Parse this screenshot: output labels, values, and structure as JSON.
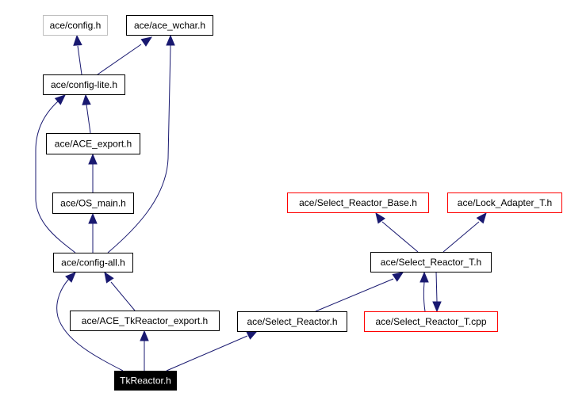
{
  "title": "TkReactor.h include dependency graph",
  "colors": {
    "edge": "#191970",
    "documented_border": "#000000",
    "undocumented_border": "#bfbfbf",
    "external_border": "#ff0000",
    "current_fill": "#000000"
  },
  "nodes": [
    {
      "id": "config_h",
      "label": "ace/config.h",
      "style": "gray"
    },
    {
      "id": "ace_wchar_h",
      "label": "ace/ace_wchar.h",
      "style": "normal"
    },
    {
      "id": "config_lite_h",
      "label": "ace/config-lite.h",
      "style": "normal"
    },
    {
      "id": "ace_export_h",
      "label": "ace/ACE_export.h",
      "style": "normal"
    },
    {
      "id": "os_main_h",
      "label": "ace/OS_main.h",
      "style": "normal"
    },
    {
      "id": "config_all_h",
      "label": "ace/config-all.h",
      "style": "normal"
    },
    {
      "id": "ace_tkreactor_export_h",
      "label": "ace/ACE_TkReactor_export.h",
      "style": "normal"
    },
    {
      "id": "select_reactor_h",
      "label": "ace/Select_Reactor.h",
      "style": "normal"
    },
    {
      "id": "select_reactor_base_h",
      "label": "ace/Select_Reactor_Base.h",
      "style": "red"
    },
    {
      "id": "lock_adapter_t_h",
      "label": "ace/Lock_Adapter_T.h",
      "style": "red"
    },
    {
      "id": "select_reactor_t_h",
      "label": "ace/Select_Reactor_T.h",
      "style": "normal"
    },
    {
      "id": "select_reactor_t_cpp",
      "label": "ace/Select_Reactor_T.cpp",
      "style": "red"
    },
    {
      "id": "tkreactor_h",
      "label": "TkReactor.h",
      "style": "current"
    }
  ],
  "edges": [
    {
      "from": "config_lite_h",
      "to": "config_h"
    },
    {
      "from": "config_lite_h",
      "to": "ace_wchar_h"
    },
    {
      "from": "ace_export_h",
      "to": "config_lite_h"
    },
    {
      "from": "os_main_h",
      "to": "ace_export_h"
    },
    {
      "from": "config_all_h",
      "to": "config_lite_h"
    },
    {
      "from": "config_all_h",
      "to": "os_main_h"
    },
    {
      "from": "config_all_h",
      "to": "ace_wchar_h"
    },
    {
      "from": "ace_tkreactor_export_h",
      "to": "config_all_h"
    },
    {
      "from": "tkreactor_h",
      "to": "config_all_h"
    },
    {
      "from": "tkreactor_h",
      "to": "ace_tkreactor_export_h"
    },
    {
      "from": "tkreactor_h",
      "to": "select_reactor_h"
    },
    {
      "from": "select_reactor_h",
      "to": "select_reactor_t_h"
    },
    {
      "from": "select_reactor_t_h",
      "to": "select_reactor_base_h"
    },
    {
      "from": "select_reactor_t_h",
      "to": "lock_adapter_t_h"
    },
    {
      "from": "select_reactor_t_h",
      "to": "select_reactor_t_cpp"
    },
    {
      "from": "select_reactor_t_cpp",
      "to": "select_reactor_t_h"
    }
  ]
}
